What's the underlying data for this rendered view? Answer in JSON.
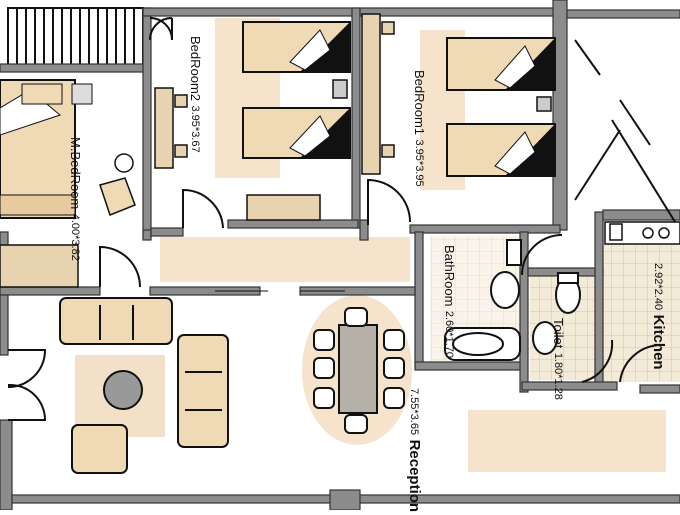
{
  "rooms": {
    "bedroom2": {
      "name": "BedRoom2",
      "dims": "3.95*3.67"
    },
    "bedroom1": {
      "name": "BedRoom1",
      "dims": "3.95*3.95"
    },
    "master_bedroom": {
      "name": "M.BedRoom",
      "dims": "4.00*3.82"
    },
    "bathroom": {
      "name": "BathRoom",
      "dims": "2.60*1.70"
    },
    "toilet": {
      "name": "Toilet",
      "dims": "1.80*1.28"
    },
    "kitchen": {
      "name": "Kitchen",
      "dims": "2.92*2.40"
    },
    "reception": {
      "name": "Reception",
      "dims": "7.55*3.65"
    }
  },
  "colors": {
    "wall": "#8c8c8c",
    "wall_outline": "#333333",
    "floor_accent": "#f5e3cc",
    "furniture": "#f0d9b5",
    "rug": "#f3e0c8",
    "kitchen_tile": "#f4ead8"
  }
}
